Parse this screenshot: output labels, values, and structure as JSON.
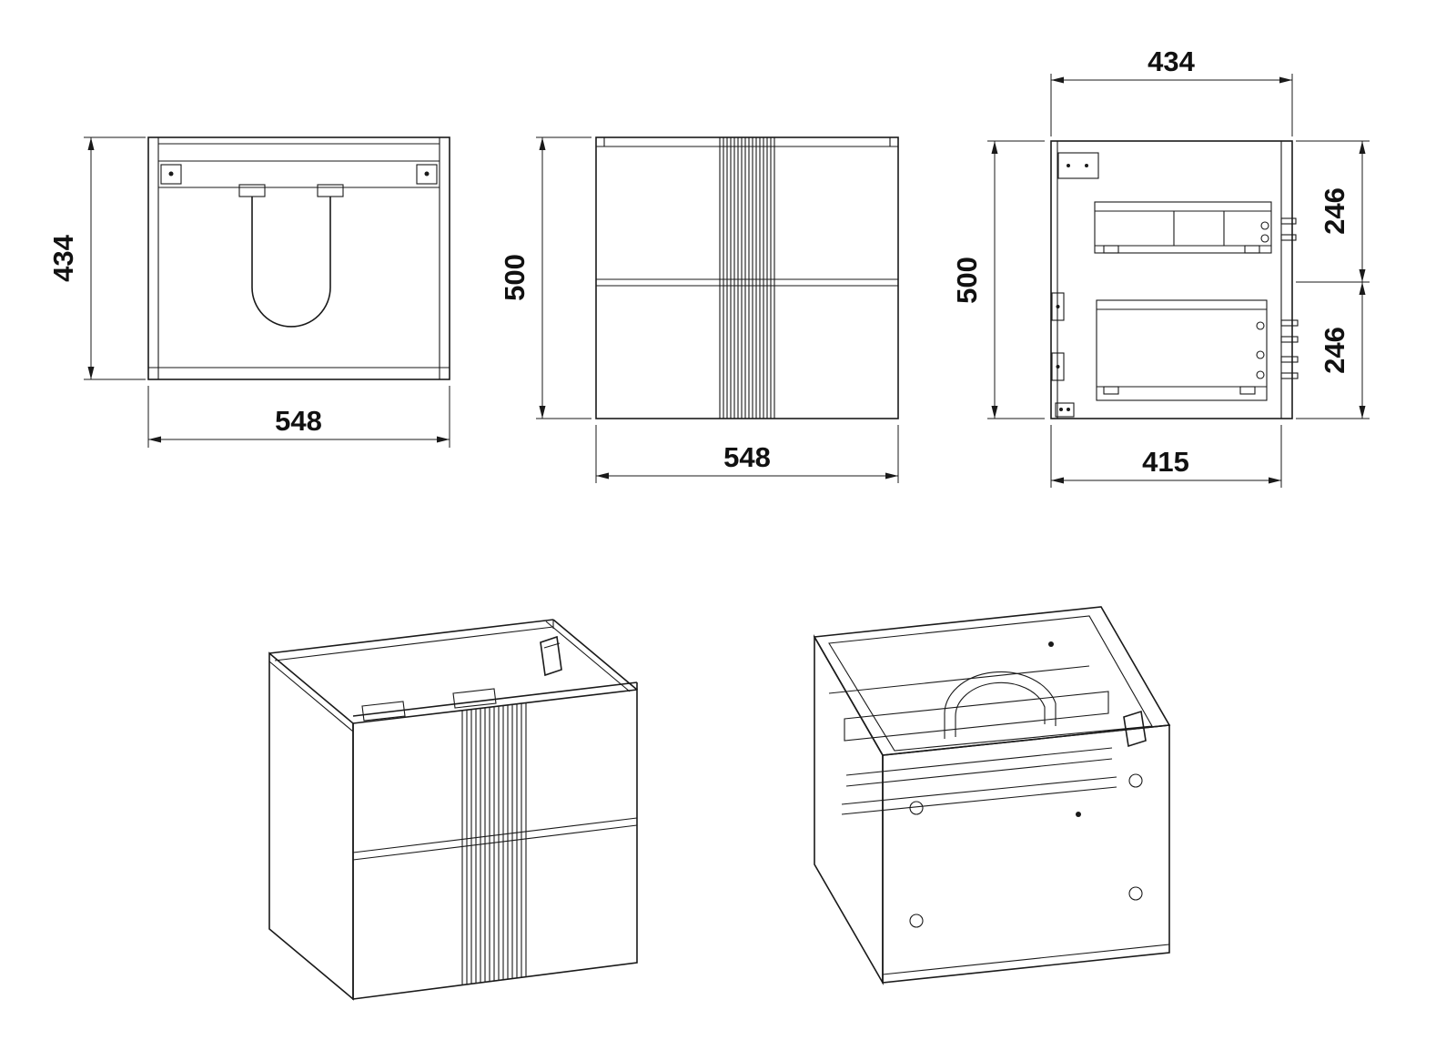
{
  "colors": {
    "line": "#1a1a1a",
    "background": "#ffffff"
  },
  "views": {
    "top_view": {
      "dim_height_label": "434",
      "dim_width_label": "548"
    },
    "front_view": {
      "dim_height_label": "500",
      "dim_width_label": "548"
    },
    "side_view": {
      "dim_depth_top_label": "434",
      "dim_height_label": "500",
      "dim_upper_drawer_label": "246",
      "dim_lower_drawer_label": "246",
      "dim_depth_bottom_label": "415"
    }
  }
}
